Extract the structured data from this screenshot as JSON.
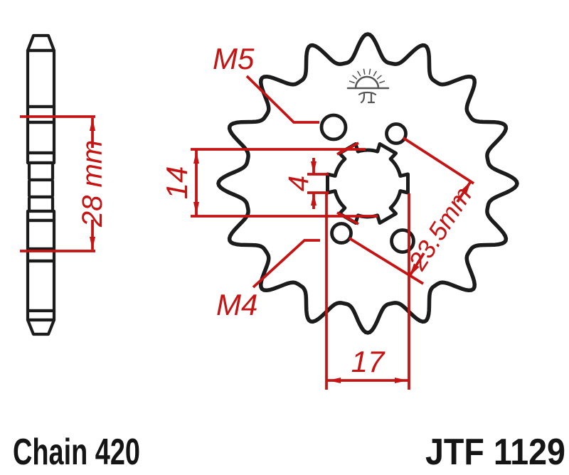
{
  "part": {
    "model": "JTF 1129",
    "chain": "Chain 420"
  },
  "views": {
    "side": {
      "dim_width_label": "28 mm"
    },
    "front": {
      "thread_label_top": "M5",
      "thread_label_bottom": "M4",
      "dim_spline_flats": "14",
      "dim_keyway": "4",
      "dim_bore": "17",
      "dim_hole_spacing": "23.5mm"
    }
  },
  "icons": {
    "brand_logo": "jt-rising-sun-logo"
  },
  "colors": {
    "dimension_red": "#c41414",
    "drawing_black": "#1c1c1c",
    "logo_gray": "#555555",
    "background": "#ffffff"
  }
}
